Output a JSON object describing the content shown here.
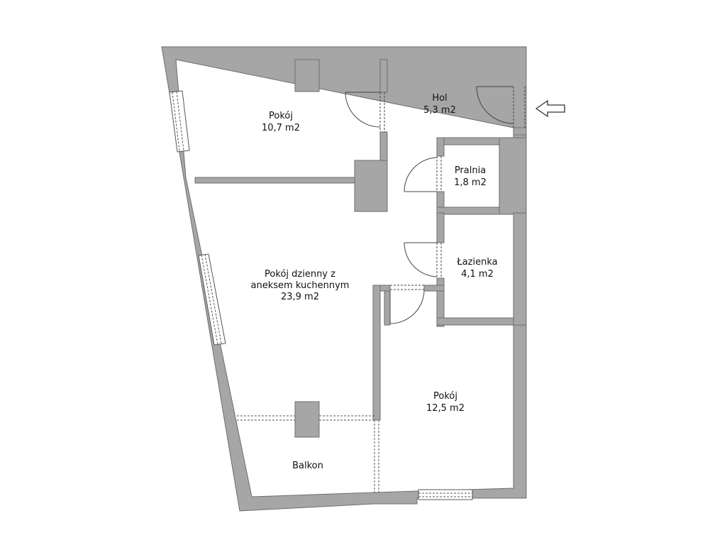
{
  "colors": {
    "wall": "#a6a6a6",
    "wall_outline": "#6e6e6e",
    "background": "#ffffff",
    "line": "#444444",
    "text": "#111111"
  },
  "rooms": {
    "pokoj_small": {
      "name": "Pokój",
      "area": "10,7 m2"
    },
    "hol": {
      "name": "Hol",
      "area": "5,3 m2"
    },
    "pralnia": {
      "name": "Pralnia",
      "area": "1,8 m2"
    },
    "lazienka": {
      "name": "Łazienka",
      "area": "4,1 m2"
    },
    "living": {
      "line1": "Pokój dzienny z",
      "line2": "aneksem kuchennym",
      "area": "23,9 m2"
    },
    "pokoj_large": {
      "name": "Pokój",
      "area": "12,5 m2"
    },
    "balkon": {
      "name": "Balkon"
    }
  },
  "icons": {
    "entrance": "entrance-arrow-icon"
  }
}
